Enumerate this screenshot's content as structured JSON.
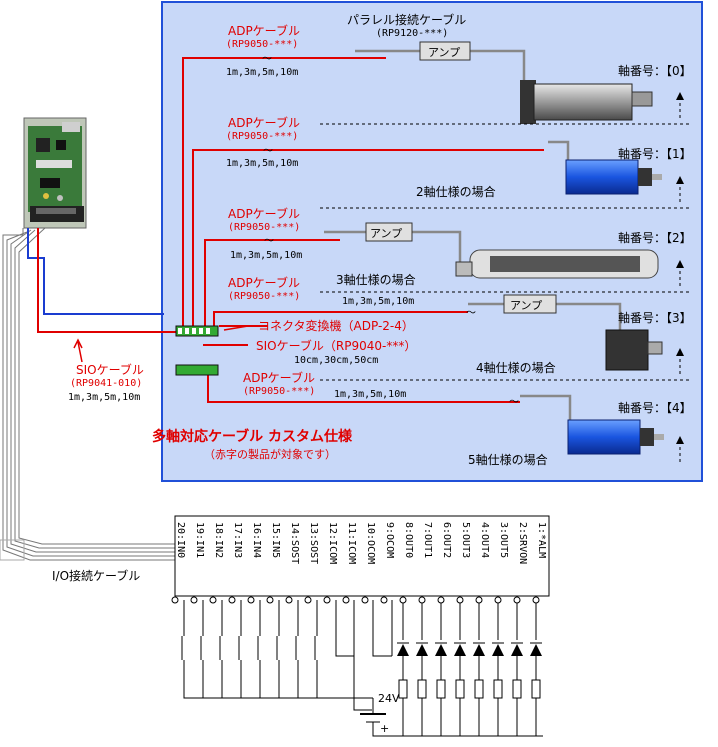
{
  "panel": {
    "title": "多軸対応ケーブル カスタム仕様",
    "subtitle": "（赤字の製品が対象です）"
  },
  "parallel_cable": {
    "label": "パラレル接続ケーブル",
    "code": "(RP9120-***)"
  },
  "adp_cables": [
    {
      "label": "ADPケーブル",
      "code": "(RP9050-***)",
      "lengths": "1m,3m,5m,10m"
    },
    {
      "label": "ADPケーブル",
      "code": "(RP9050-***)",
      "lengths": "1m,3m,5m,10m"
    },
    {
      "label": "ADPケーブル",
      "code": "(RP9050-***)",
      "lengths": "1m,3m,5m,10m"
    },
    {
      "label": "ADPケーブル",
      "code": "(RP9050-***)",
      "lengths": "1m,3m,5m,10m"
    },
    {
      "label": "ADPケーブル",
      "code": "(RP9050-***)",
      "lengths": "1m,3m,5m,10m"
    }
  ],
  "amp_label": "アンプ",
  "axes": [
    "軸番号：【0】",
    "軸番号：【1】",
    "軸番号：【2】",
    "軸番号：【3】",
    "軸番号：【4】"
  ],
  "cases": [
    "2軸仕様の場合",
    "3軸仕様の場合",
    "4軸仕様の場合",
    "5軸仕様の場合"
  ],
  "connector": {
    "label": "コネクタ変換機（ADP-2-4）"
  },
  "sio_short": {
    "label": "SIOケーブル（RP9040-***）",
    "lengths": "10cm,30cm,50cm"
  },
  "sio_main": {
    "label": "SIOケーブル",
    "code": "(RP9041-010)",
    "lengths": "1m,3m,5m,10m"
  },
  "io_cable": {
    "label": "I/O接続ケーブル"
  },
  "io": {
    "pins_top": [
      "1",
      "3",
      "5",
      "7",
      "9",
      "11",
      "13",
      "15",
      "17",
      "19"
    ],
    "pins_bottom": [
      "2",
      "4",
      "6",
      "8",
      "10",
      "12",
      "14",
      "16",
      "18",
      "20"
    ],
    "signals": [
      "*ALM",
      "SRVON",
      "OUT5",
      "OUT4",
      "OUT3",
      "OUT2",
      "OUT1",
      "OUT0",
      "OCOM",
      "OCOM",
      "ICOM",
      "ICOM",
      "SOST",
      "SOST",
      "IN5",
      "IN4",
      "IN3",
      "IN2",
      "IN1",
      "IN0"
    ],
    "voltage": "24V",
    "plus": "+"
  },
  "colors": {
    "panel_bg": "#c8d8f8",
    "panel_border": "#2050d8",
    "red": "#e00000",
    "blue": "#1a3cd0"
  }
}
